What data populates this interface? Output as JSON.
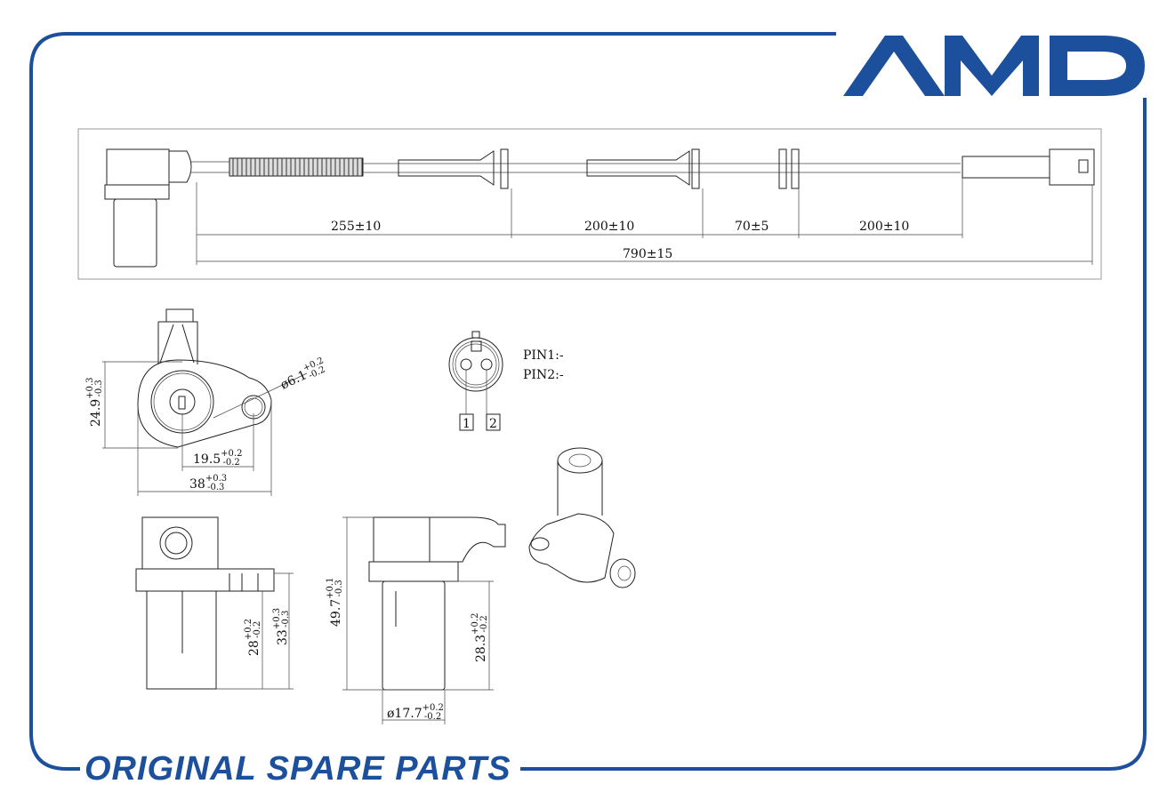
{
  "brand": {
    "logo_text": "AMD",
    "slogan": "ORIGINAL SPARE PARTS",
    "color": "#1c4f9c"
  },
  "cable_view": {
    "segments": [
      "255±10",
      "200±10",
      "70±5",
      "200±10"
    ],
    "total": "790±15"
  },
  "top_view": {
    "height": {
      "value": "24.9",
      "upper": "+0.3",
      "lower": "-0.3"
    },
    "hole": {
      "value": "ø6.1",
      "upper": "+0.2",
      "lower": "-0.2"
    },
    "hole_offset": {
      "value": "19.5",
      "upper": "+0.2",
      "lower": "-0.2"
    },
    "width": {
      "value": "38",
      "upper": "+0.3",
      "lower": "-0.3"
    }
  },
  "connector": {
    "pin1": "PIN1:-",
    "pin2": "PIN2:-",
    "labels": [
      "1",
      "2"
    ]
  },
  "front_view": {
    "body_length": {
      "value": "28",
      "upper": "+0.2",
      "lower": "-0.2"
    },
    "total_length": {
      "value": "33",
      "upper": "+0.3",
      "lower": "-0.3"
    }
  },
  "side_view": {
    "overall": {
      "value": "49.7",
      "upper": "+0.1",
      "lower": "-0.3"
    },
    "body_length": {
      "value": "28.3",
      "upper": "+0.2",
      "lower": "-0.2"
    },
    "diameter": {
      "value": "ø17.7",
      "upper": "+0.2",
      "lower": "-0.2"
    }
  }
}
